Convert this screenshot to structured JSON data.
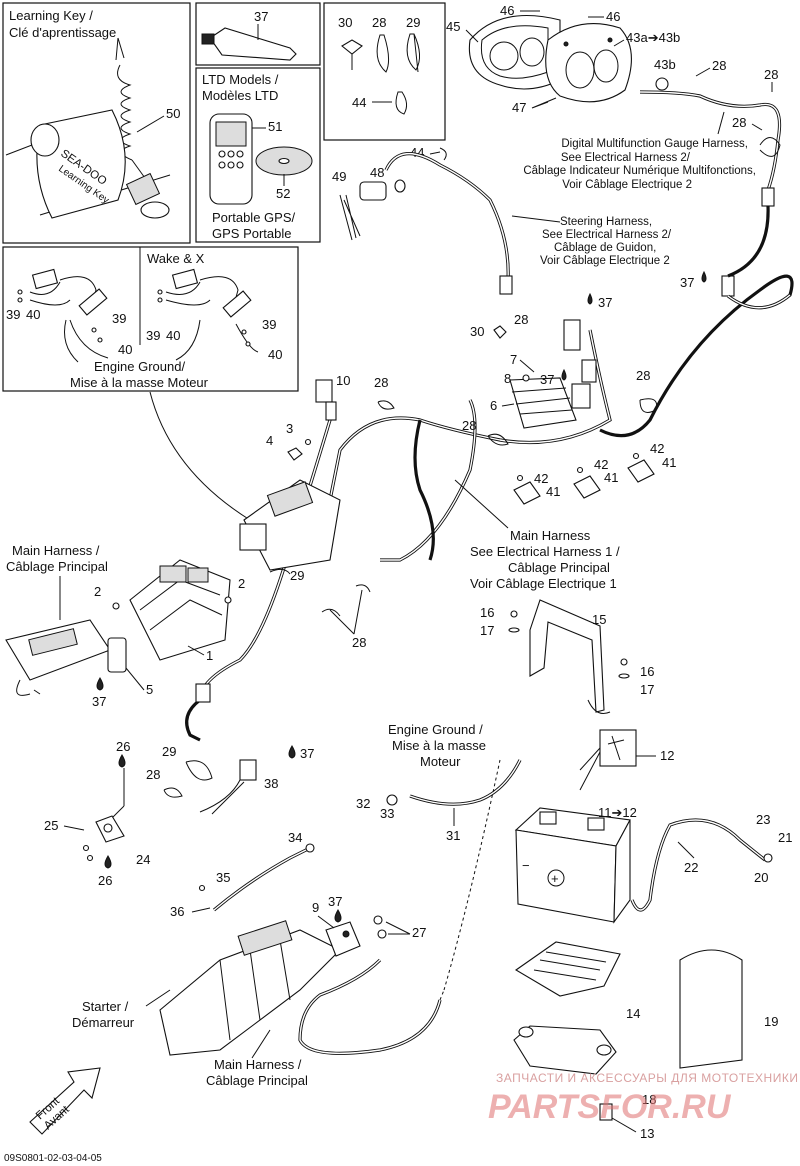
{
  "boxes": {
    "learning_key": {
      "title_1": "Learning Key /",
      "title_2": "Clé d'aprentissage",
      "part": "50",
      "key_text": "SEA-DOO",
      "key_sub": "Learning Key"
    },
    "tube": {
      "part": "37"
    },
    "clips": {
      "parts": [
        "30",
        "28",
        "29",
        "44"
      ]
    },
    "gps": {
      "title_1": "LTD Models /",
      "title_2": "Modèles LTD",
      "parts": [
        "51",
        "52"
      ],
      "footer_1": "Portable GPS/",
      "footer_2": "GPS Portable"
    },
    "engine_ground_inset": {
      "left_parts": [
        "39",
        "40",
        "39",
        "40"
      ],
      "wake_title": "Wake & X",
      "right_parts": [
        "39",
        "40",
        "39",
        "40"
      ],
      "label_1": "Engine Ground/",
      "label_2": "Mise à la masse Moteur"
    }
  },
  "gauge": {
    "parts": [
      "45",
      "46",
      "46",
      "43a➔43b",
      "43b",
      "28",
      "28",
      "28",
      "47"
    ],
    "label": [
      "Digital Multifunction Gauge Harness,",
      "See Electrical Harness 2/",
      "Câblage Indicateur Numérique Multifonctions,",
      "Voir Câblage Electrique 2"
    ]
  },
  "steering": {
    "parts": [
      "44",
      "49",
      "48"
    ],
    "label": [
      "Steering Harness,",
      "See Electrical Harness 2/",
      "Câblage de Guidon,",
      "Voir Câblage Electrique 2"
    ]
  },
  "right_top_callout": "37",
  "mid_parts": [
    "30",
    "28",
    "37",
    "7",
    "8",
    "37",
    "6",
    "28",
    "28",
    "10",
    "28",
    "4",
    "3",
    "42",
    "41",
    "42",
    "41",
    "42",
    "41"
  ],
  "main_harness_label": [
    "Main Harness",
    "See Electrical Harness 1 /",
    "Câblage Principal",
    "Voir Câblage Electrique 1"
  ],
  "left_harness": {
    "label_1": "Main Harness /",
    "label_2": "Câblage Principal",
    "parts": [
      "2",
      "2",
      "29",
      "1",
      "28",
      "5",
      "37"
    ]
  },
  "bracket": {
    "parts": [
      "16",
      "17",
      "15",
      "16",
      "17"
    ]
  },
  "ground": {
    "label": [
      "Engine Ground /",
      "Mise à la masse",
      "Moteur"
    ],
    "parts": [
      "32",
      "33",
      "31"
    ]
  },
  "battery_parts": [
    "12",
    "11➔12",
    "23",
    "21",
    "22",
    "20",
    "14",
    "19",
    "18",
    "13"
  ],
  "lower_left": {
    "parts": [
      "26",
      "29",
      "28",
      "37",
      "38",
      "25",
      "24",
      "26"
    ]
  },
  "starter": {
    "parts": [
      "34",
      "35",
      "36",
      "9",
      "37",
      "27"
    ],
    "label_1": "Starter /",
    "label_2": "Démarreur",
    "main_label_1": "Main Harness /",
    "main_label_2": "Câblage Principal"
  },
  "front": {
    "line_1": "Front",
    "line_2": "Avant"
  },
  "watermark": {
    "line_1": "ЗАПЧАСТИ И АКСЕССУАРЫ ДЛЯ МОТОТЕХНИКИ",
    "line_2": "PARTSFOR.RU"
  },
  "ref_code": "09S0801-02-03-04-05"
}
